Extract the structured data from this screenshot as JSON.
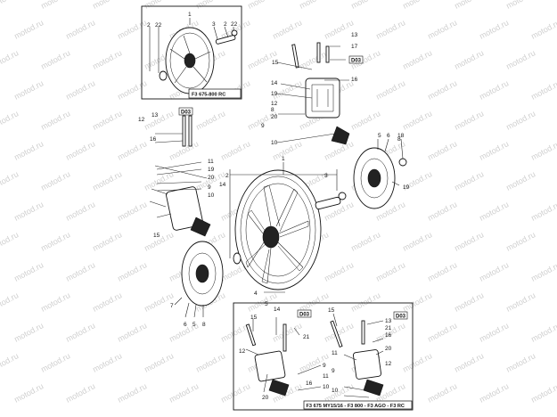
{
  "watermark": "motod.ru",
  "inset_top": {
    "caption": "F3 675-800 RC",
    "labels": {
      "top_1": "1",
      "l_2": "2",
      "l_22": "22",
      "r_3": "3",
      "r_2": "2",
      "r_22": "22"
    }
  },
  "inset_bottom": {
    "caption": "F3 675 MY15/16 - F3 800 - F3 AGO - F3 RC",
    "code_left": "D03",
    "code_right": "D03",
    "labels": {
      "a15": "15",
      "a14": "14",
      "a21": "21",
      "a12": "12",
      "a9": "9",
      "a11": "11",
      "a10": "10",
      "a16": "16",
      "a20": "20",
      "b15": "15",
      "b13": "13",
      "b21": "21",
      "b16": "16",
      "b20": "20",
      "b12": "12",
      "b11": "11",
      "b9": "9",
      "b10": "10"
    }
  },
  "codes": {
    "top_right": "D03",
    "left": "D03"
  },
  "labels": {
    "t13": "13",
    "t17": "17",
    "t15": "15",
    "t14": "14",
    "t16": "16",
    "t19": "19",
    "t12": "12",
    "t8": "8",
    "t20": "20",
    "t9": "9",
    "t10": "10",
    "l12": "12",
    "l13": "13",
    "l16": "16",
    "l11": "11",
    "l19": "19",
    "l20": "20",
    "l14": "14",
    "l9": "9",
    "l10": "10",
    "l15": "15",
    "c1": "1",
    "c2": "2",
    "c3": "3",
    "r6": "6",
    "r5": "5",
    "r8": "8",
    "r18": "18",
    "r19": "19",
    "c4": "4",
    "c5": "5",
    "b7": "7",
    "b6": "6",
    "b5": "5",
    "b8": "8"
  }
}
